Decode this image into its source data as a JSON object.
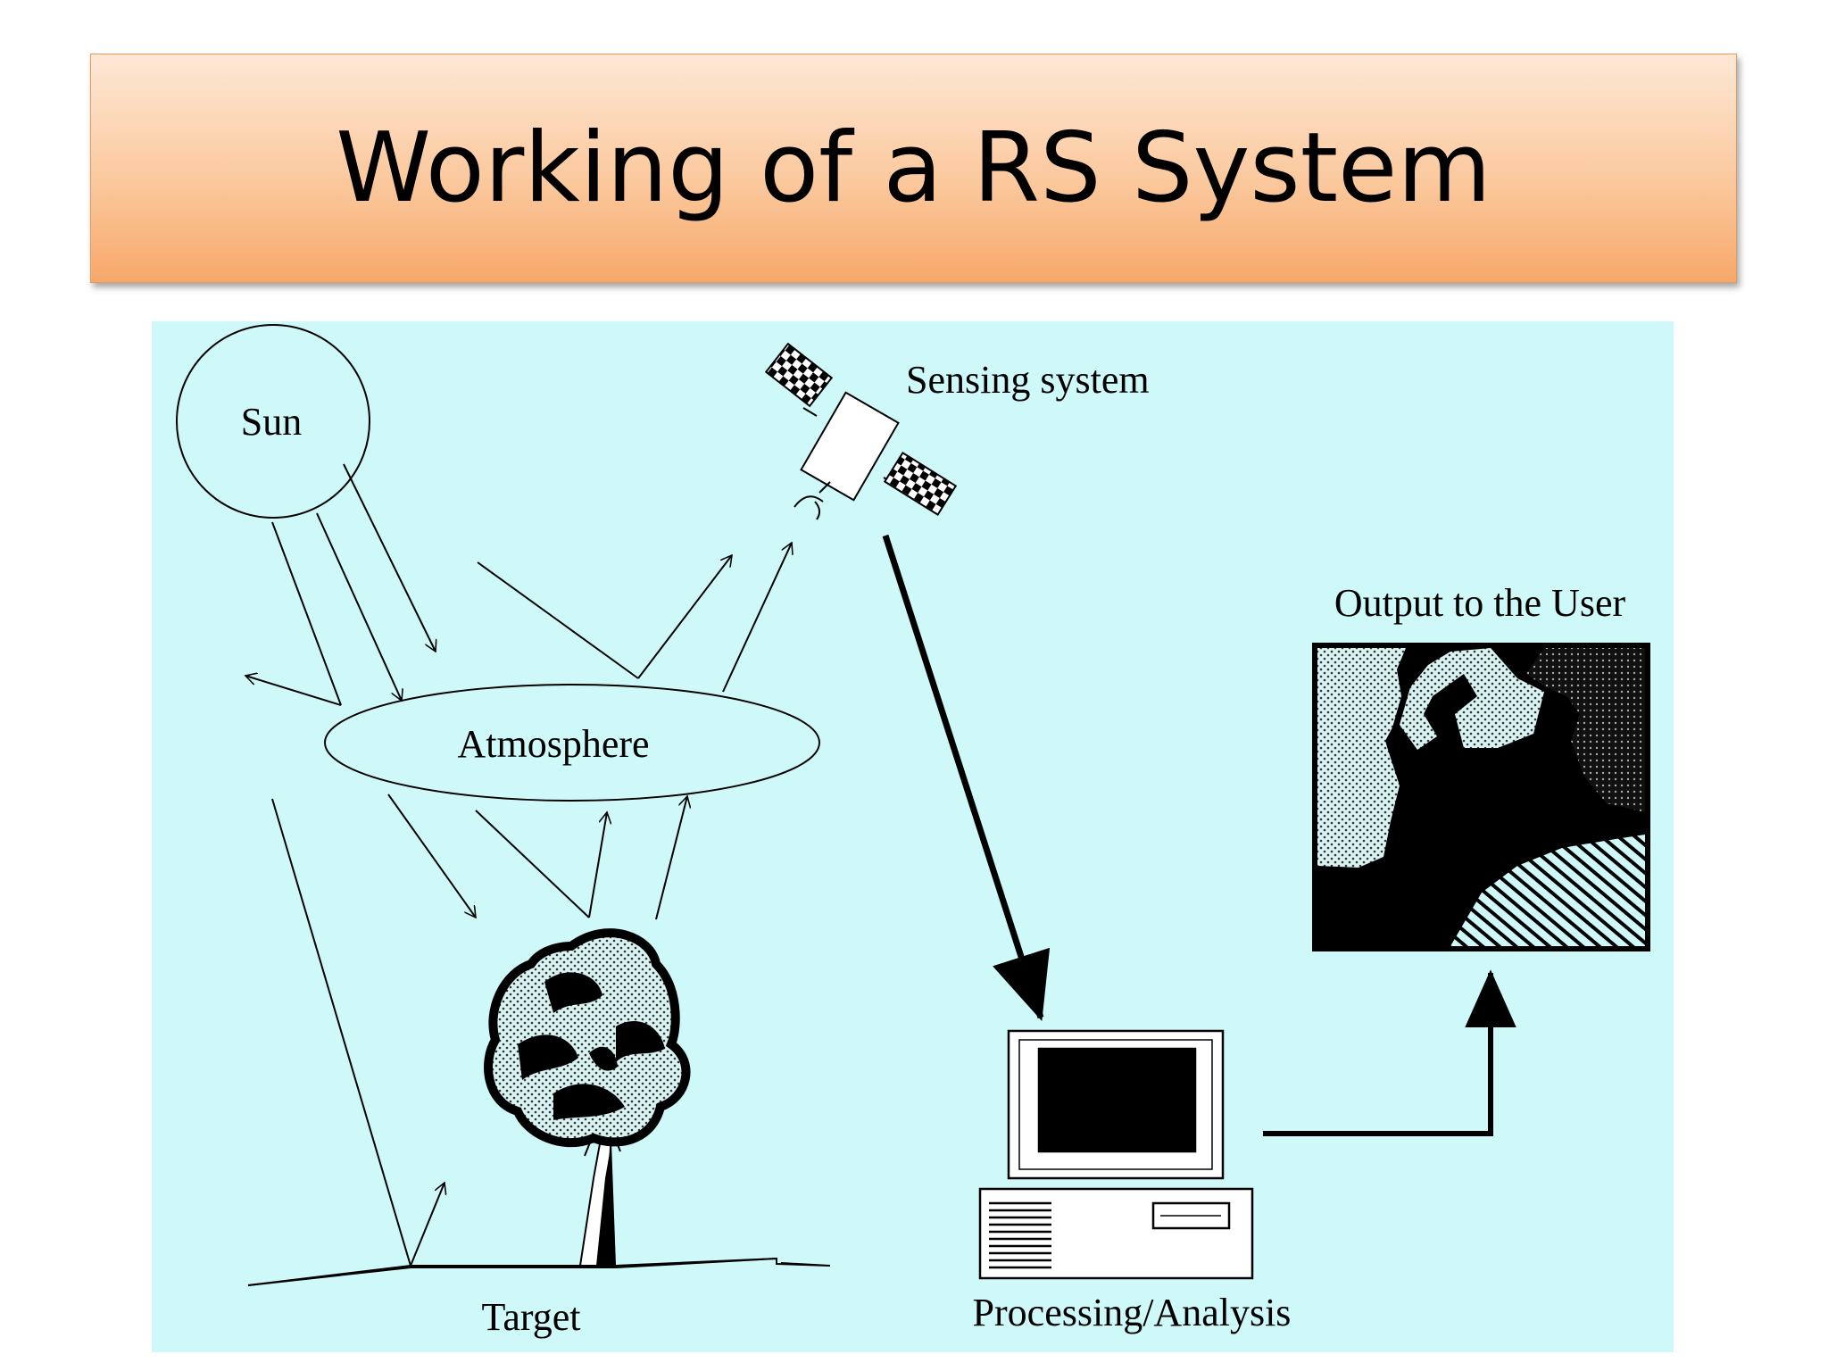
{
  "title": "Working of a RS System",
  "labels": {
    "sun": "Sun",
    "sensing_system": "Sensing system",
    "atmosphere": "Atmosphere",
    "output": "Output to the User",
    "target": "Target",
    "processing": "Processing/Analysis"
  },
  "colors": {
    "title_gradient_top": "#fde8d6",
    "title_gradient_bottom": "#f7a86a",
    "diagram_background": "#cff8f8",
    "ink": "#000000"
  }
}
